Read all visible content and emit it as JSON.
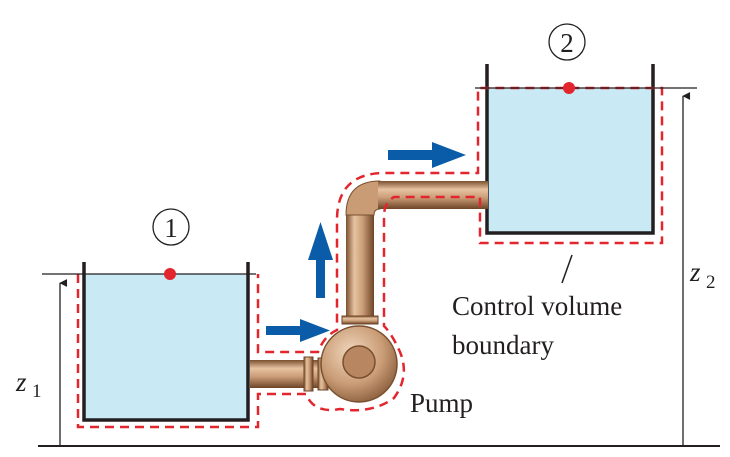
{
  "labels": {
    "station1": "1",
    "station2": "2",
    "pump": "Pump",
    "boundary_line1": "Control volume",
    "boundary_line2": "boundary",
    "z1_var": "z",
    "z1_sub": "1",
    "z2_var": "z",
    "z2_sub": "2"
  },
  "colors": {
    "water": "#c9e9f5",
    "wall": "#231f20",
    "boundary": "#e3262d",
    "flow_arrow": "#0b5ca8",
    "free_surface_point": "#e3262d",
    "pipe": "#c99c76",
    "pipe_dark": "#8b5e3c"
  },
  "icons": {
    "flow_arrow": "arrow-right-icon",
    "flow_arrow_up": "arrow-up-icon",
    "pump": "centrifugal-pump-icon"
  }
}
